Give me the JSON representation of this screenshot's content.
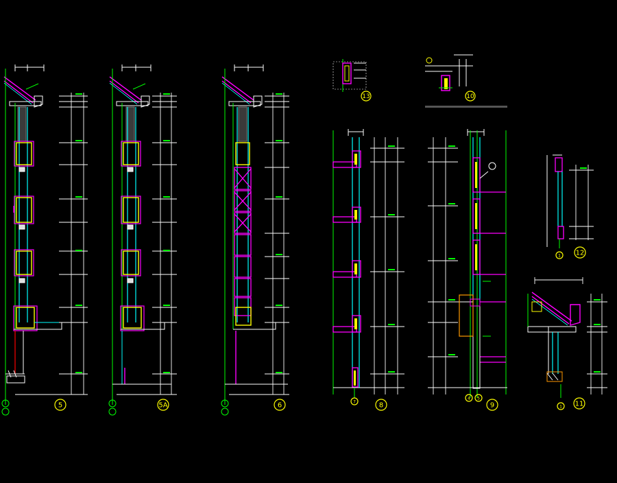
{
  "drawing": {
    "background": "#000000",
    "palette": {
      "outline": "#ffffff",
      "green": "#00ff00",
      "cyan": "#00ffff",
      "magenta": "#ff00ff",
      "yellow": "#ffff00",
      "red": "#ff0000",
      "orange": "#ff9900"
    },
    "callouts": [
      {
        "label": "5"
      },
      {
        "label": "5A"
      },
      {
        "label": "6"
      },
      {
        "label": "13"
      },
      {
        "label": "10"
      },
      {
        "label": "7"
      },
      {
        "label": "8"
      },
      {
        "label": "4"
      },
      {
        "label": "5"
      },
      {
        "label": "9"
      },
      {
        "label": "12"
      },
      {
        "label": "1"
      },
      {
        "label": "11"
      },
      {
        "label": "1"
      }
    ]
  }
}
